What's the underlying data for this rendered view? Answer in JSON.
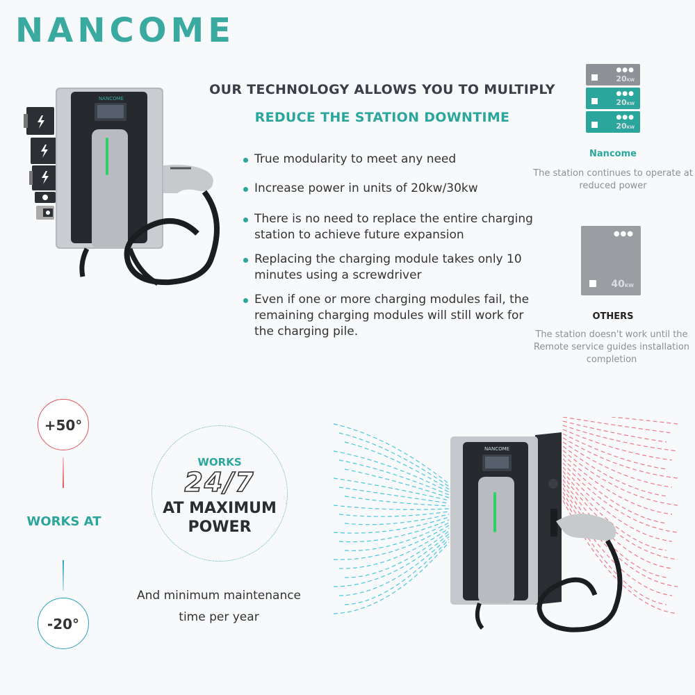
{
  "brand": {
    "name": "NANCOME",
    "accent": "#3aa99f"
  },
  "technology": {
    "headline_primary": "OUR TECHNOLOGY ALLOWS YOU TO MULTIPLY",
    "headline_secondary": "REDUCE THE STATION DOWNTIME",
    "bullets": [
      "True modularity to meet any need",
      "Increase power in units of 20kw/30kw",
      "There is no need to replace the entire charging station to achieve future expansion",
      "Replacing the charging module takes only 10 minutes using a screwdriver",
      "Even if one or more charging modules fail, the remaining charging modules will still work for the charging pile."
    ]
  },
  "comparison": {
    "nancome": {
      "title": "Nancome",
      "description": "The station continues to operate at reduced power",
      "modules": [
        {
          "power": "20",
          "unit": "KW",
          "status": "failed",
          "color": "#8e9296"
        },
        {
          "power": "20",
          "unit": "KW",
          "status": "working",
          "color": "#2aa69c"
        },
        {
          "power": "20",
          "unit": "KW",
          "status": "working",
          "color": "#2aa69c"
        }
      ]
    },
    "others": {
      "title": "OTHERS",
      "description": "The station doesn't work until the Remote service guides installation completion",
      "module": {
        "power": "40",
        "unit": "KW",
        "color": "#9a9ea2"
      }
    }
  },
  "operating_range": {
    "max_temp": "+50°",
    "min_temp": "-20°",
    "label": "WORKS AT",
    "hot_color": "#e0545c",
    "cold_color": "#2a9fbe"
  },
  "badge": {
    "line1": "WORKS",
    "line2": "24/7",
    "line3": "AT MAXIMUM",
    "line4": "POWER"
  },
  "maintenance": {
    "line1": "And minimum maintenance",
    "line2": "time per year"
  },
  "product": {
    "device_brand_label": "NANCOME",
    "status_led_color": "#2ed06a"
  }
}
